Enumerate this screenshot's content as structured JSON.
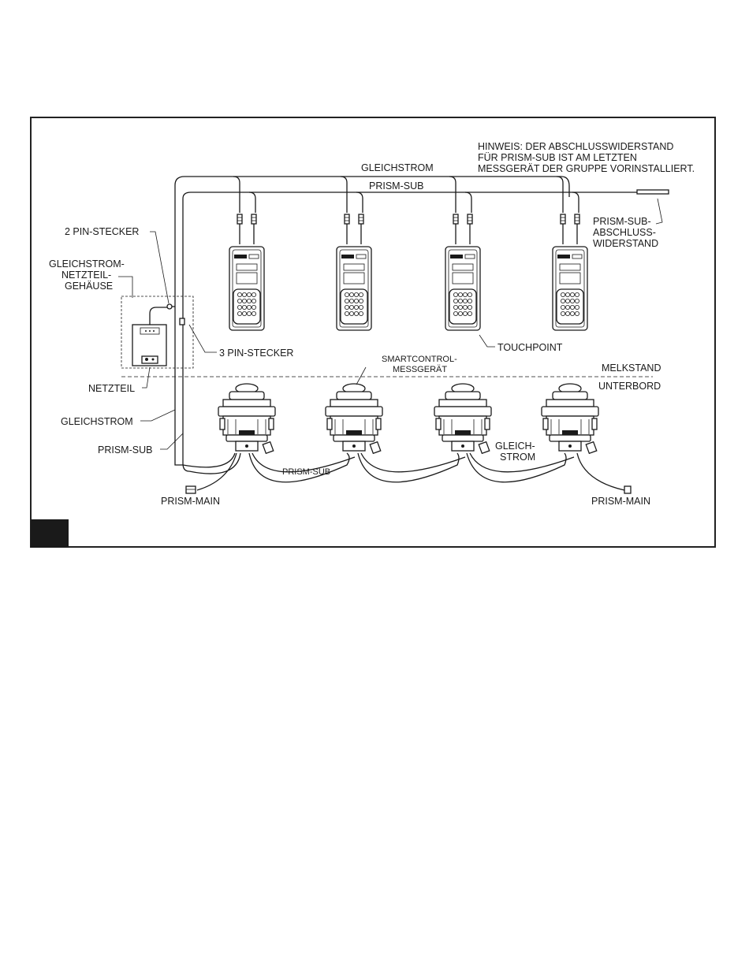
{
  "labels": {
    "note_line1": "HINWEIS: DER ABSCHLUSSWIDERSTAND",
    "note_line2": "FÜR PRISM-SUB IST AM LETZTEN",
    "note_line3": "MESSGERÄT DER GRUPPE VORINSTALLIERT.",
    "gleichstrom_top": "GLEICHSTROM",
    "prism_sub_top": "PRISM-SUB",
    "terminator_line1": "PRISM-SUB-",
    "terminator_line2": "ABSCHLUSS-",
    "terminator_line3": "WIDERSTAND",
    "pin2": "2 PIN-STECKER",
    "housing_line1": "GLEICHSTROM-",
    "housing_line2": "NETZTEIL-",
    "housing_line3": "GEHÄUSE",
    "pin3": "3 PIN-STECKER",
    "netzteil": "NETZTEIL",
    "touchpoint": "TOUCHPOINT",
    "smartcontrol_line1": "SMARTCONTROL-",
    "smartcontrol_line2": "MESSGERÄT",
    "melkstand": "MELKSTAND",
    "unterbord": "UNTERBORD",
    "gleichstrom_left": "GLEICHSTROM",
    "prism_sub_left": "PRISM-SUB",
    "prism_sub_bottom": "PRISM-SUB",
    "gleich_strom_line1": "GLEICH-",
    "gleich_strom_line2": "STROM",
    "prism_main_left": "PRISM-MAIN",
    "prism_main_right": "PRISM-MAIN"
  },
  "colors": {
    "line": "#1a1a1a",
    "background": "#ffffff",
    "corner_block": "#1a1a1a"
  }
}
